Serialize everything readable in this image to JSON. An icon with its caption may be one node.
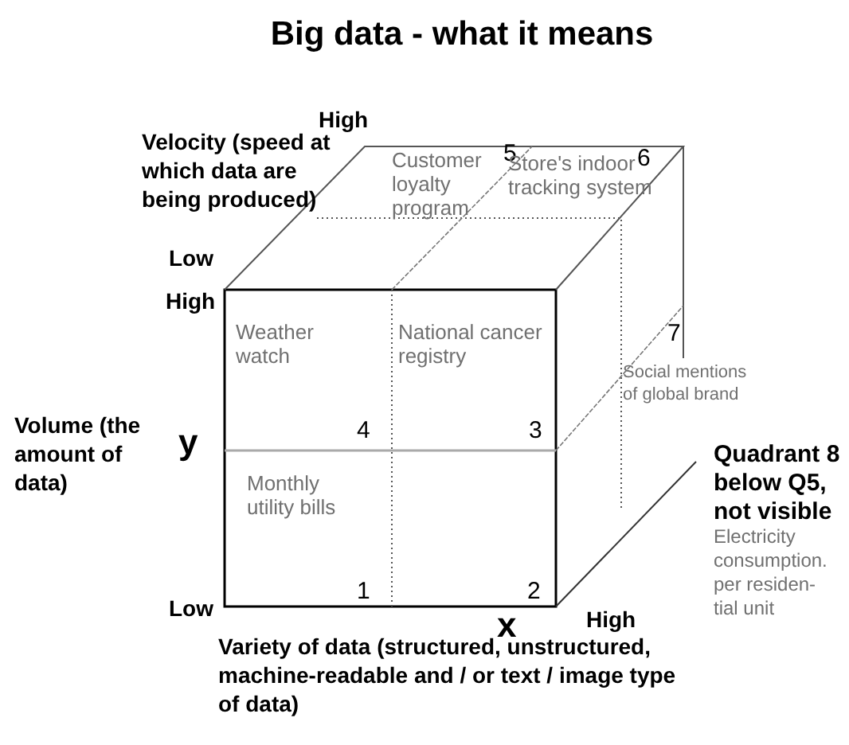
{
  "diagram": {
    "title": "Big data - what it means",
    "labels": [
      "High",
      "Velocity (speed at which data are being produced)",
      "Low",
      "Customer loyalty program",
      "5",
      "Store's indoor tracking system",
      "6",
      "High",
      "Weather watch",
      "National cancer registry",
      "7",
      "Social mentions of global brand",
      "4",
      "3",
      "Volume (the amount of data)",
      "y",
      "Quadrant 8 below Q5, not visible",
      "Monthly utility bills",
      "Electricity consumption. per residen-tial unit",
      "1",
      "2",
      "Low",
      "x",
      "High",
      "Variety of data (structured, unstructured, machine-readable and / or text / image type of data)"
    ]
  }
}
